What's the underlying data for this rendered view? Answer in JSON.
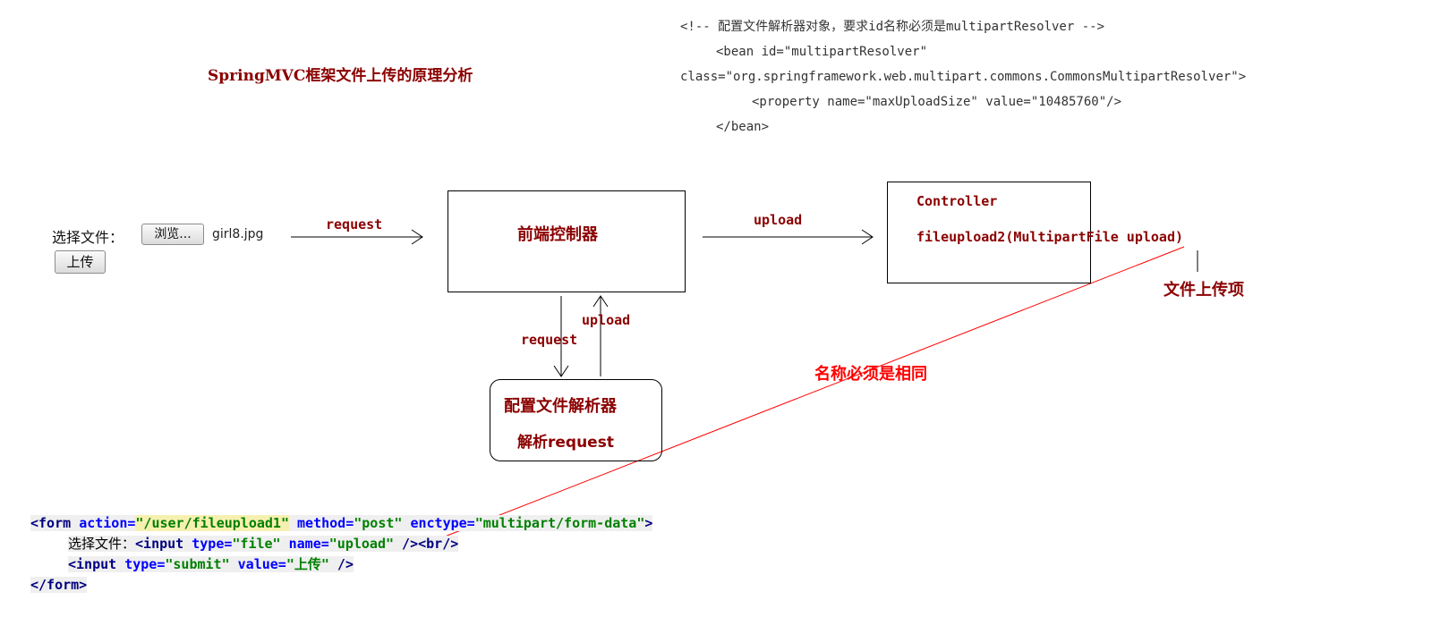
{
  "title": "SpringMVC框架文件上传的原理分析",
  "xml_config": [
    "<!-- 配置文件解析器对象，要求id名称必须是multipartResolver -->",
    "<bean id=\"multipartResolver\"",
    "class=\"org.springframework.web.multipart.commons.CommonsMultipartResolver\">",
    "<property name=\"maxUploadSize\" value=\"10485760\"/>",
    "</bean>"
  ],
  "form_ui": {
    "label": "选择文件：",
    "browse_label": "浏览...",
    "file_name": "girl8.jpg",
    "upload_label": "上传"
  },
  "diagram": {
    "front_controller": "前端控制器",
    "controller_title": "Controller",
    "controller_method": "fileupload2(MultipartFile upload)",
    "resolver_title": "配置文件解析器",
    "resolver_sub": "解析request",
    "arrow_request_1": "request",
    "arrow_upload_1": "upload",
    "arrow_upload_2": "upload",
    "arrow_request_2": "request",
    "file_item_label": "文件上传项",
    "same_name_note": "名称必须是相同"
  },
  "code": {
    "l1": {
      "tag_open": "<form ",
      "attr1": "action=",
      "val1": "\"/user/fileupload1\"",
      "attr2": " method=",
      "val2": "\"post\"",
      "attr3": " enctype=",
      "val3": "\"multipart/form-data\"",
      "end": ">"
    },
    "l2": {
      "text": "选择文件：",
      "tag": "<input ",
      "attr1": "type=",
      "val1": "\"file\"",
      "attr2": " name=",
      "val2": "\"upload\"",
      "end": " /><br/>"
    },
    "l3": {
      "tag": "<input ",
      "attr1": "type=",
      "val1": "\"submit\"",
      "attr2": " value=",
      "val2": "\"上传\"",
      "end": " />"
    },
    "l4": {
      "tag": "</form>"
    }
  },
  "colors": {
    "dark_red": "#8b0000",
    "red": "#ff0000",
    "tag": "#000080",
    "attr": "#0000ff",
    "string": "#008000"
  }
}
